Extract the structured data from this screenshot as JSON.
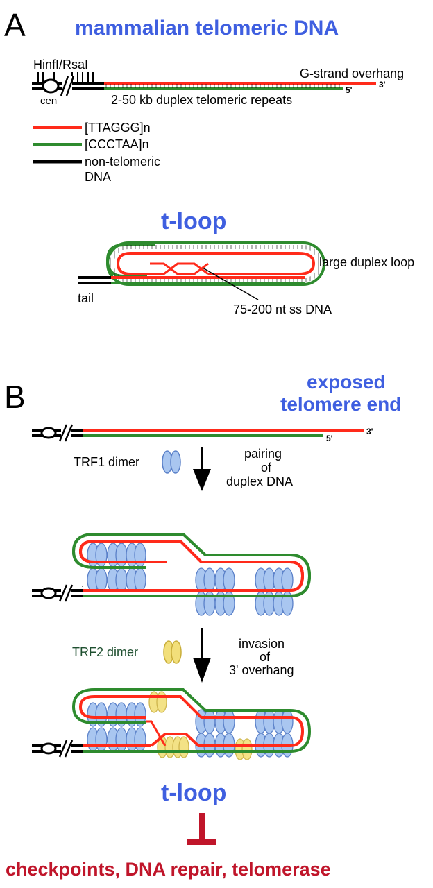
{
  "colors": {
    "g_strand": "#ff2a1a",
    "c_strand": "#2e8b2e",
    "non_telomeric": "#000000",
    "title_blue": "#3f5fe0",
    "trf1": "#a9c6f0",
    "trf2": "#f2df7a",
    "inhibit_red": "#c0152a"
  },
  "panel_a": {
    "letter": "A",
    "title": "mammalian telomeric DNA",
    "restriction_label": "HinfI/RsaI",
    "cen_label": "cen",
    "overhang_label": "G-strand overhang",
    "three_prime": "3'",
    "five_prime": "5'",
    "duplex_label": "2-50 kb duplex telomeric repeats",
    "legend": [
      {
        "label": "[TTAGGG]n",
        "color_key": "g_strand"
      },
      {
        "label": "[CCCTAA]n",
        "color_key": "c_strand"
      },
      {
        "label": "non-telomeric",
        "label2": "DNA",
        "color_key": "non_telomeric"
      }
    ],
    "tloop_title": "t-loop",
    "loop_label": "large duplex loop",
    "tail_label": "tail",
    "ss_label": "75-200 nt ss DNA"
  },
  "panel_b": {
    "letter": "B",
    "title_line1": "exposed",
    "title_line2": "telomere end",
    "three_prime": "3'",
    "five_prime": "5'",
    "trf1_label": "TRF1 dimer",
    "step1": [
      "pairing",
      "of",
      "duplex DNA"
    ],
    "trf2_label": "TRF2 dimer",
    "step2": [
      "invasion",
      "of",
      "3' overhang"
    ],
    "tloop_title": "t-loop",
    "outcome": "checkpoints, DNA repair, telomerase"
  }
}
